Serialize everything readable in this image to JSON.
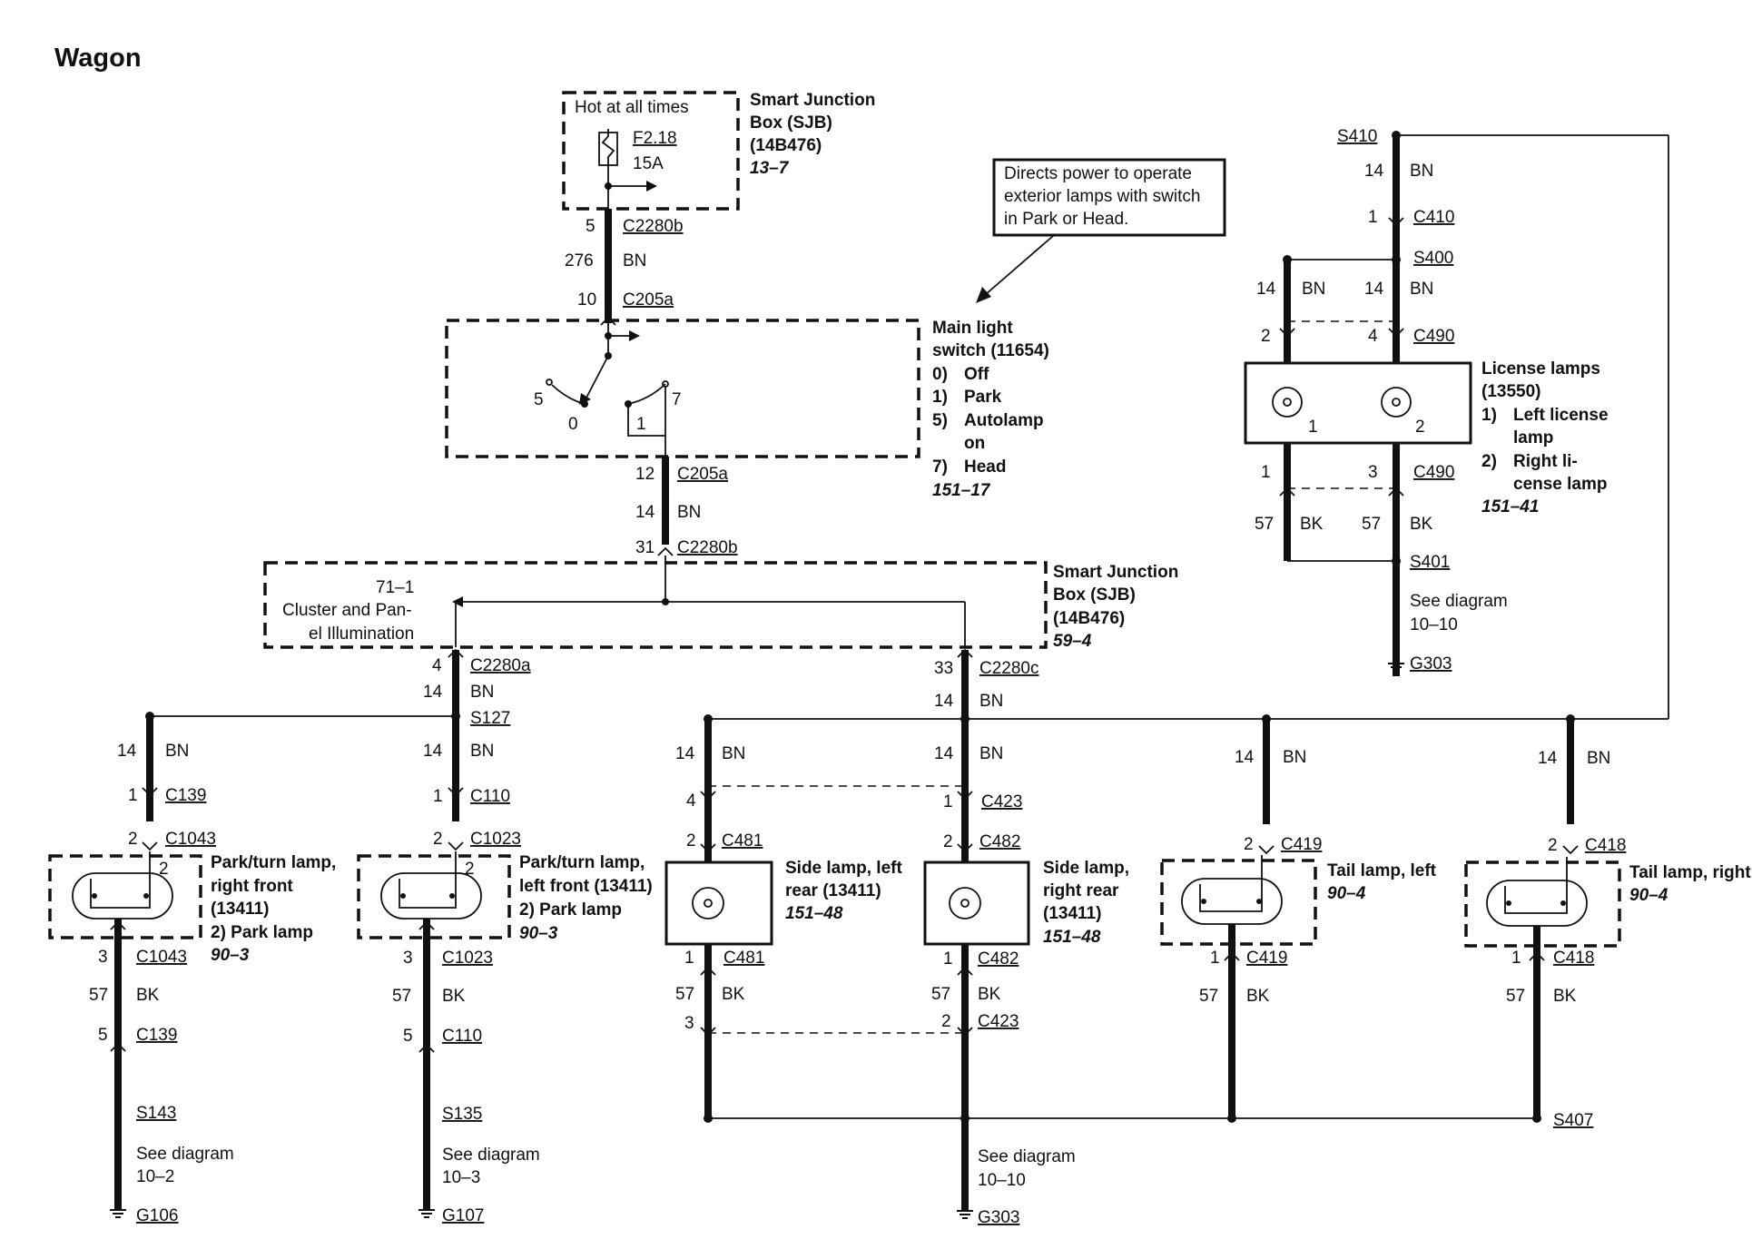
{
  "title": "Wagon",
  "sjb_top": {
    "hot": "Hot at all times",
    "fuse": "F2.18",
    "amps": "15A",
    "name": [
      "Smart Junction",
      "Box (SJB)",
      "(14B476)"
    ],
    "ref": "13–7"
  },
  "note": [
    "Directs power to operate",
    "exterior lamps with switch",
    "in Park or Head."
  ],
  "main_switch": {
    "name": [
      "Main light",
      "switch (11654)"
    ],
    "positions": [
      {
        "num": "0)",
        "label": "Off"
      },
      {
        "num": "1)",
        "label": "Park"
      },
      {
        "num": "5)",
        "label": "Autolamp"
      },
      {
        "num": "",
        "label": "on"
      },
      {
        "num": "7)",
        "label": "Head"
      }
    ],
    "ref": "151–17",
    "pins": {
      "p5": "5",
      "p0": "0",
      "p1": "1",
      "p7": "7"
    }
  },
  "sjb_mid": {
    "name": [
      "Smart Junction",
      "Box (SJB)",
      "(14B476)"
    ],
    "ref": "59–4",
    "cluster": [
      "71–1",
      "Cluster and Pan-",
      "el Illumination"
    ]
  },
  "feed": {
    "top_pin": "5",
    "top_conn": "C2280b",
    "circuit": "276",
    "color": "BN",
    "sw_pin": "10",
    "sw_conn": "C205a",
    "out_pin": "12",
    "out_conn": "C205a",
    "out_circuit": "14",
    "out_color": "BN",
    "sjb_pin": "31",
    "sjb_conn": "C2280b",
    "a_pin": "4",
    "a_conn": "C2280a",
    "a_circuit": "14",
    "a_color": "BN",
    "c_pin": "33",
    "c_conn": "C2280c",
    "c_circuit": "14",
    "c_color": "BN",
    "s127": "S127"
  },
  "license": {
    "s410": "S410",
    "c410_circuit": "14",
    "c410_color": "BN",
    "c410_pin": "1",
    "c410": "C410",
    "s400": "S400",
    "l_circuit": "14",
    "l_color": "BN",
    "r_circuit": "14",
    "r_color": "BN",
    "l_pin_top": "2",
    "r_pin_top": "4",
    "c490_top": "C490",
    "lamp1": "1",
    "lamp2": "2",
    "l_pin_bot": "1",
    "r_pin_bot": "3",
    "c490_bot": "C490",
    "l_gnd_circuit": "57",
    "l_gnd_color": "BK",
    "r_gnd_circuit": "57",
    "r_gnd_color": "BK",
    "s401": "S401",
    "see": "See diagram",
    "see_ref": "10–10",
    "ground": "G303",
    "name": [
      "License lamps",
      "(13550)"
    ],
    "items": [
      {
        "num": "1)",
        "lines": [
          "Left license",
          "lamp"
        ]
      },
      {
        "num": "2)",
        "lines": [
          "Right li-",
          "cense lamp"
        ]
      }
    ],
    "ref": "151–41"
  },
  "lamps": {
    "prf": {
      "circuit": "14",
      "color": "BN",
      "pin1": "1",
      "conn1": "C139",
      "pin2": "2",
      "conn2": "C1043",
      "lamp_pin": "2",
      "name": [
        "Park/turn lamp,",
        "right front",
        "(13411)"
      ],
      "sub": "2)   Park lamp",
      "ref": "90–3",
      "gpin1": "3",
      "gconn1": "C1043",
      "gcircuit": "57",
      "gcolor": "BK",
      "gpin2": "5",
      "gconn2": "C139",
      "splice": "S143",
      "see": "See diagram",
      "see_ref": "10–2",
      "ground": "G106"
    },
    "plf": {
      "circuit": "14",
      "color": "BN",
      "pin1": "1",
      "conn1": "C110",
      "pin2": "2",
      "conn2": "C1023",
      "lamp_pin": "2",
      "name": [
        "Park/turn lamp,",
        "left front (13411)"
      ],
      "sub": "2)   Park lamp",
      "ref": "90–3",
      "gpin1": "3",
      "gconn1": "C1023",
      "gcircuit": "57",
      "gcolor": "BK",
      "gpin2": "5",
      "gconn2": "C110",
      "splice": "S135",
      "see": "See diagram",
      "see_ref": "10–3",
      "ground": "G107"
    },
    "slr": {
      "circuit": "14",
      "color": "BN",
      "pin1": "4",
      "pin2": "2",
      "conn2": "C481",
      "name": [
        "Side lamp, left",
        "rear (13411)"
      ],
      "ref": "151–48",
      "gpin1": "1",
      "gconn1": "C481",
      "gcircuit": "57",
      "gcolor": "BK",
      "gpin2": "3"
    },
    "srr": {
      "circuit": "14",
      "color": "BN",
      "pin1": "1",
      "conn1": "C423",
      "pin2": "2",
      "conn2": "C482",
      "name": [
        "Side lamp,",
        "right rear",
        "(13411)"
      ],
      "ref": "151–48",
      "gpin1": "1",
      "gconn1": "C482",
      "gcircuit": "57",
      "gcolor": "BK",
      "gpin2": "2",
      "gconn2": "C423",
      "see": "See diagram",
      "see_ref": "10–10",
      "ground": "G303"
    },
    "tl": {
      "circuit": "14",
      "color": "BN",
      "pin2": "2",
      "conn2": "C419",
      "name": [
        "Tail lamp, left"
      ],
      "ref": "90–4",
      "gpin1": "1",
      "gconn1": "C419",
      "gcircuit": "57",
      "gcolor": "BK"
    },
    "tr": {
      "circuit": "14",
      "color": "BN",
      "pin2": "2",
      "conn2": "C418",
      "name": [
        "Tail lamp, right"
      ],
      "ref": "90–4",
      "gpin1": "1",
      "gconn1": "C418",
      "gcircuit": "57",
      "gcolor": "BK",
      "splice": "S407"
    }
  }
}
